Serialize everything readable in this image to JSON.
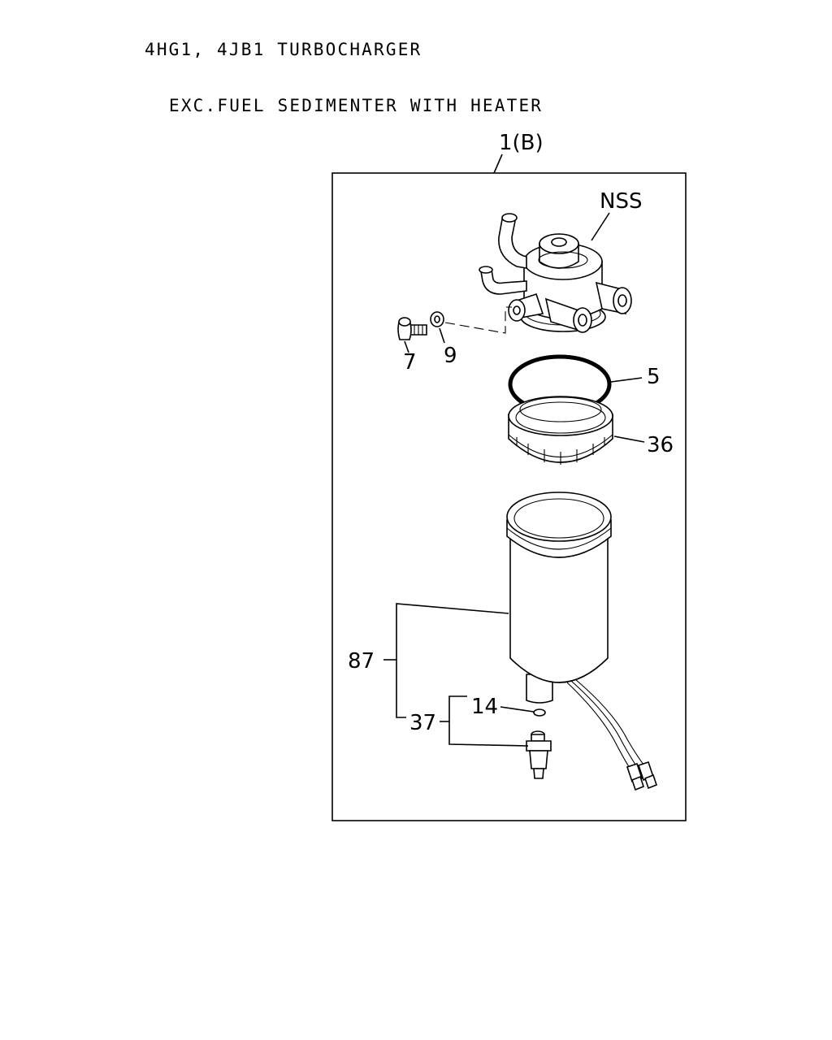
{
  "header": {
    "line1": "4HG1, 4JB1 TURBOCHARGER",
    "line2": "EXC.FUEL SEDIMENTER WITH HEATER"
  },
  "diagram": {
    "assembly_label": "1(B)",
    "callouts": {
      "nss": "NSS",
      "p7": "7",
      "p9": "9",
      "p5": "5",
      "p36": "36",
      "p87": "87",
      "p14": "14",
      "p37": "37"
    }
  }
}
